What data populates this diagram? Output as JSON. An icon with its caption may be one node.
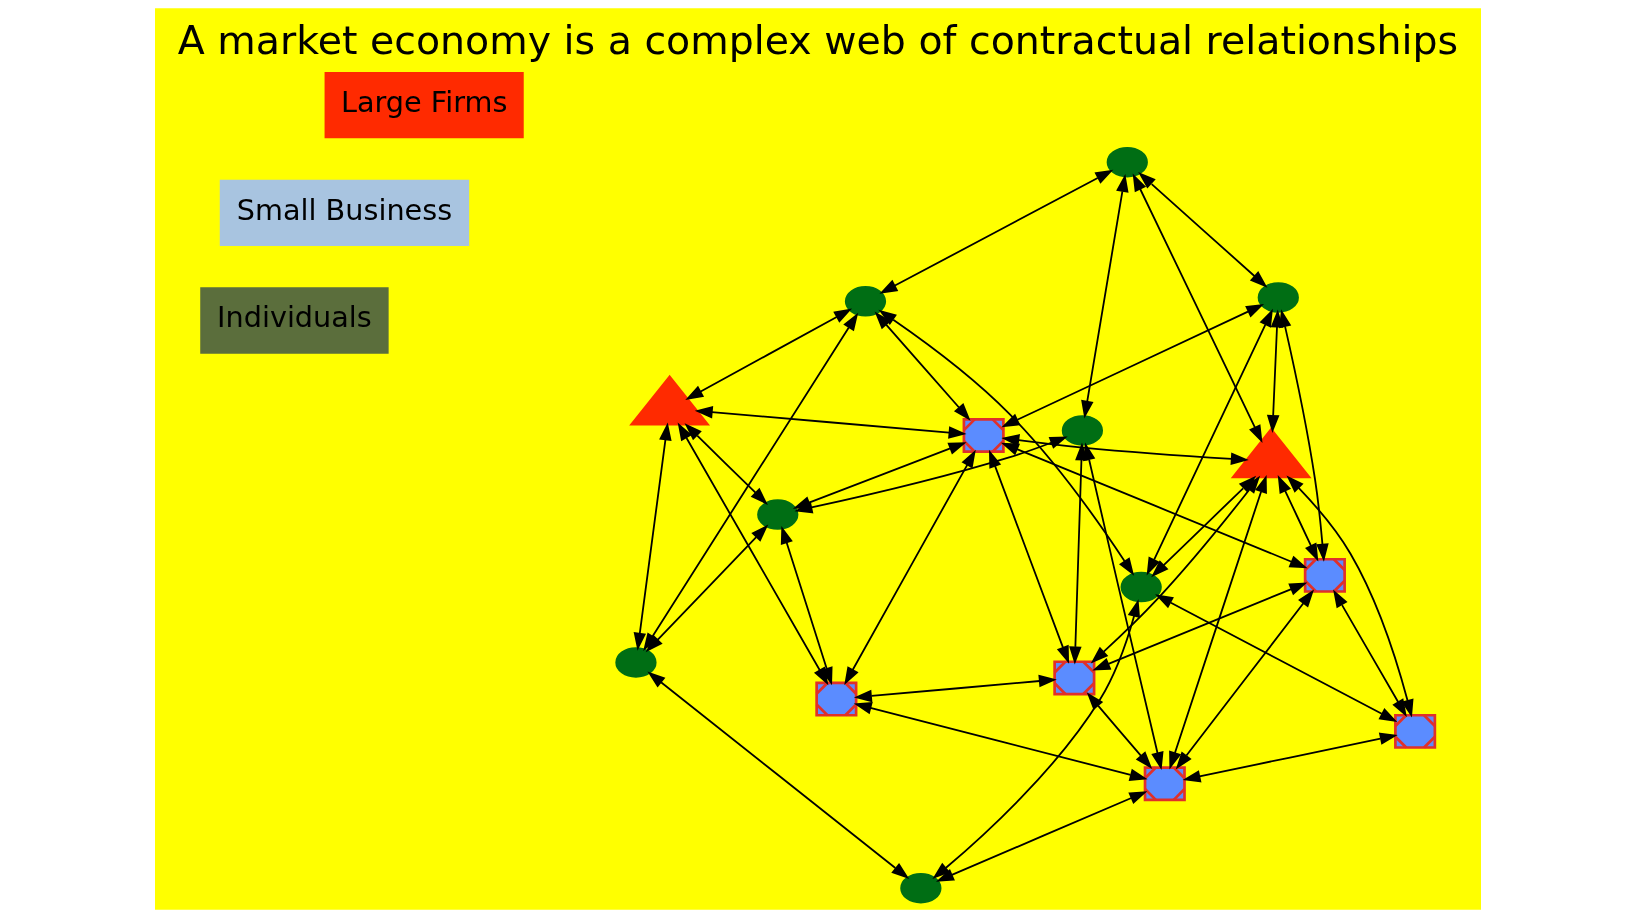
{
  "diagram": {
    "title": "A market economy is a complex web of contractual relationships",
    "nodes": [
      {
        "text": [],
        "shape": "circle"
      },
      {
        "text": [],
        "shape": "triangle"
      },
      {
        "text": [],
        "shape": "box"
      },
      {
        "text": [],
        "shape": "circle"
      },
      {
        "text": [],
        "shape": "box"
      },
      {
        "text": [],
        "shape": "circle"
      },
      {
        "text": [],
        "shape": "circle"
      },
      {
        "text": [],
        "shape": "triangle"
      },
      {
        "text": [],
        "shape": "box"
      },
      {
        "text": [],
        "shape": "circle"
      },
      {
        "text": [],
        "shape": "circle"
      },
      {
        "text": [],
        "shape": "box"
      },
      {
        "text": [],
        "shape": "circle"
      },
      {
        "text": [],
        "shape": "box"
      },
      {
        "text": [],
        "shape": "circle"
      },
      {
        "text": [],
        "shape": "box"
      }
    ],
    "edges": [
      {
        "from": 0,
        "to": 5,
        "arrow": "both"
      },
      {
        "from": 0,
        "to": 7,
        "arrow": "both"
      },
      {
        "from": 0,
        "to": 3,
        "arrow": "both"
      },
      {
        "from": 0,
        "to": 12,
        "arrow": "both"
      },
      {
        "from": 1,
        "to": 2,
        "arrow": "both"
      },
      {
        "from": 1,
        "to": 3,
        "arrow": "both"
      },
      {
        "from": 1,
        "to": 11,
        "arrow": "both"
      },
      {
        "from": 1,
        "to": 6,
        "arrow": "both"
      },
      {
        "from": 1,
        "to": 9,
        "arrow": "both"
      },
      {
        "from": 2,
        "to": 8,
        "arrow": "both"
      },
      {
        "from": 2,
        "to": 4,
        "arrow": "both"
      },
      {
        "from": 2,
        "to": 9,
        "arrow": "both"
      },
      {
        "from": 2,
        "to": 11,
        "arrow": "both"
      },
      {
        "from": 3,
        "to": 6,
        "arrow": "both"
      },
      {
        "from": 3,
        "to": 11,
        "arrow": "both"
      },
      {
        "from": 3,
        "to": 14,
        "arrow": "both"
      },
      {
        "from": 4,
        "to": 5,
        "arrow": "both"
      },
      {
        "from": 4,
        "to": 8,
        "arrow": "both"
      },
      {
        "from": 4,
        "to": 7,
        "arrow": "both"
      },
      {
        "from": 4,
        "to": 13,
        "arrow": "both"
      },
      {
        "from": 4,
        "to": 11,
        "arrow": "both"
      },
      {
        "from": 5,
        "to": 9,
        "arrow": "both"
      },
      {
        "from": 5,
        "to": 8,
        "arrow": "both"
      },
      {
        "from": 7,
        "to": 8,
        "arrow": "both"
      },
      {
        "from": 7,
        "to": 11,
        "arrow": "both"
      },
      {
        "from": 7,
        "to": 12,
        "arrow": "both"
      },
      {
        "from": 7,
        "to": 13,
        "arrow": "both"
      },
      {
        "from": 7,
        "to": 14,
        "arrow": "both"
      },
      {
        "from": 7,
        "to": 15,
        "arrow": "both"
      },
      {
        "from": 8,
        "to": 10,
        "arrow": "both"
      },
      {
        "from": 8,
        "to": 13,
        "arrow": "both"
      },
      {
        "from": 8,
        "to": 15,
        "arrow": "both"
      },
      {
        "from": 10,
        "to": 6,
        "arrow": "both"
      },
      {
        "from": 10,
        "to": 14,
        "arrow": "both"
      },
      {
        "from": 14,
        "to": 12,
        "arrow": "both"
      },
      {
        "from": 15,
        "to": 13,
        "arrow": "both"
      },
      {
        "from": 14,
        "to": 15,
        "arrow": "both"
      },
      {
        "from": 12,
        "to": 13,
        "arrow": "both"
      },
      {
        "from": 13,
        "to": 11,
        "arrow": "both"
      },
      {
        "from": 12,
        "to": 11,
        "arrow": "both"
      },
      {
        "from": 11,
        "to": 9,
        "arrow": "both"
      },
      {
        "from": 6,
        "to": 9,
        "arrow": "both"
      }
    ],
    "legend": [
      {
        "text": "Large Firms",
        "color": "#ff2a00"
      },
      {
        "text": "Small Business",
        "color": "#a8c4e0"
      },
      {
        "text": "Individuals",
        "color": "#5b6e3c"
      }
    ]
  }
}
